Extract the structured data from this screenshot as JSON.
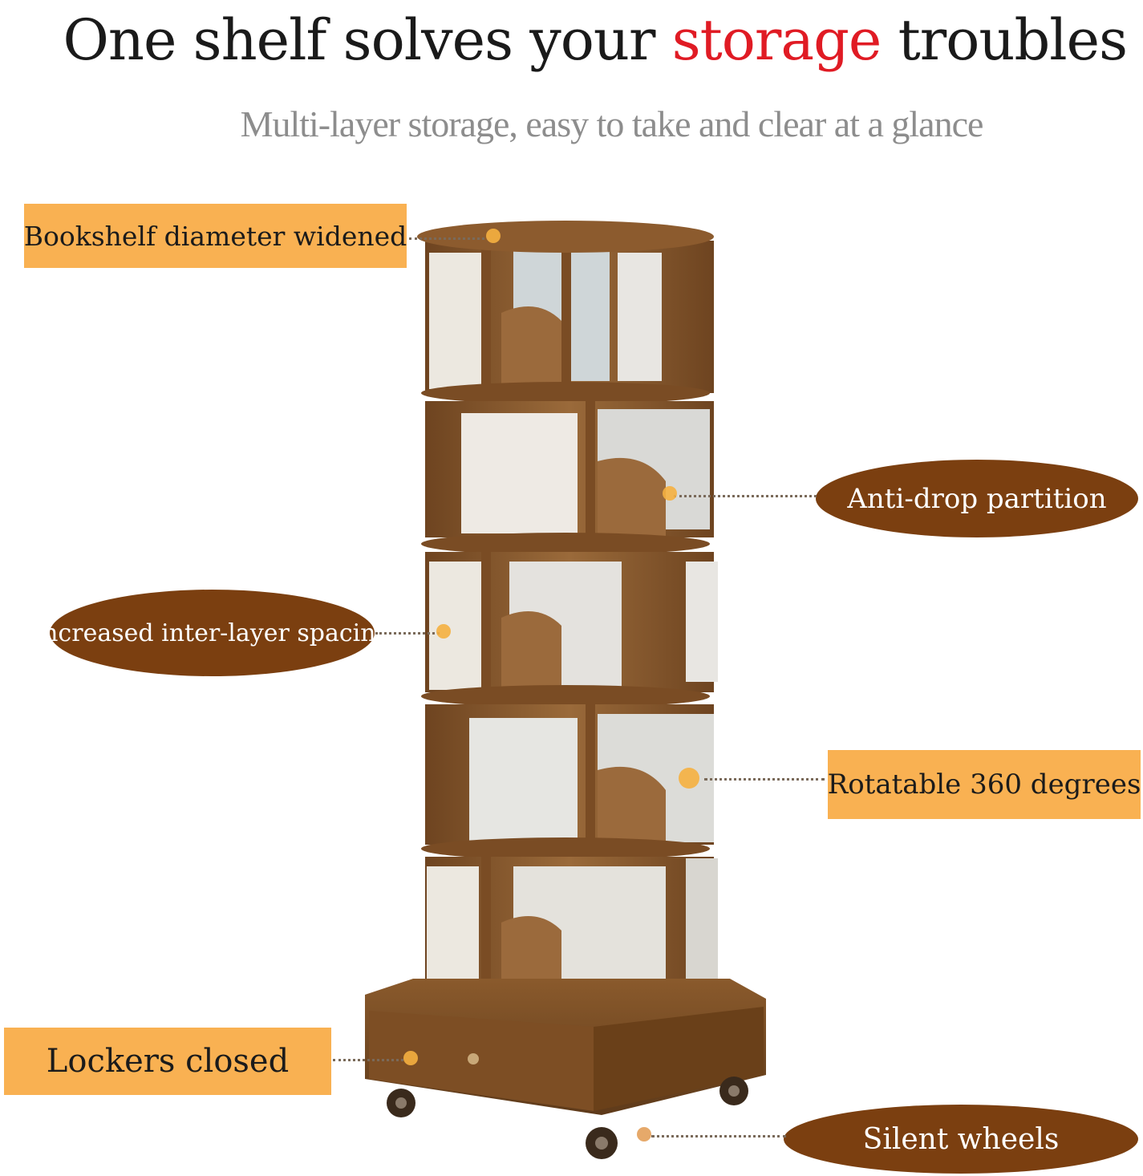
{
  "headline": {
    "part1": "One shelf solves your ",
    "accent": "storage",
    "part2": " troubles"
  },
  "subheadline": "Multi-layer storage, easy to take and clear at a glance",
  "callouts": {
    "diameter": "Bookshelf diameter widened",
    "partition": "Anti-drop partition",
    "spacing": "Increased inter-layer spacing",
    "rotate": "Rotatable 360 degrees",
    "lockers": "Lockers closed",
    "wheels": "Silent wheels"
  },
  "colors": {
    "accent": "#e01b24",
    "label_rect": "#f9b152",
    "label_oval": "#7b3f10",
    "wood": "#8a5a2c"
  }
}
